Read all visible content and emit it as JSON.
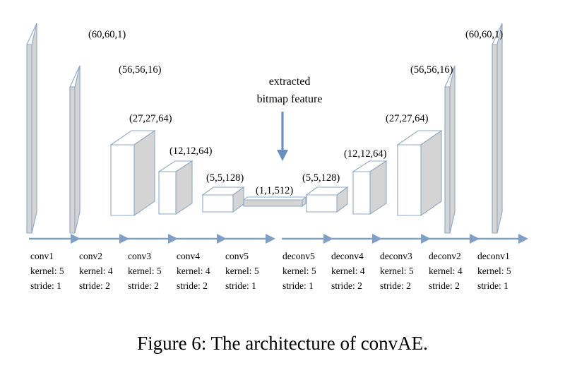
{
  "figure": {
    "caption": "Figure 6: The architecture of convAE.",
    "annotation_line1": "extracted",
    "annotation_line2": "bitmap feature"
  },
  "colors": {
    "box_fill_gray": "#d4d4d4",
    "box_fill_white": "#ffffff",
    "box_stroke": "#8faac6",
    "arrow": "#7f9fc4",
    "feature_arrow": "#6b8fc0",
    "text": "#000000",
    "background": "#ffffff"
  },
  "chart_data": {
    "type": "diagram",
    "title": "Figure 6: The architecture of convAE.",
    "layers": [
      {
        "id": "in",
        "label": "(60,60,1)",
        "side": "encoder"
      },
      {
        "id": "enc1",
        "label": "(56,56,16)",
        "side": "encoder"
      },
      {
        "id": "enc2",
        "label": "(27,27,64)",
        "side": "encoder"
      },
      {
        "id": "enc3",
        "label": "(12,12,64)",
        "side": "encoder"
      },
      {
        "id": "enc4",
        "label": "(5,5,128)",
        "side": "encoder"
      },
      {
        "id": "bottleneck",
        "label": "(1,1,512)",
        "side": "bottleneck"
      },
      {
        "id": "dec4",
        "label": "(5,5,128)",
        "side": "decoder"
      },
      {
        "id": "dec3",
        "label": "(12,12,64)",
        "side": "decoder"
      },
      {
        "id": "dec2",
        "label": "(27,27,64)",
        "side": "decoder"
      },
      {
        "id": "dec1",
        "label": "(56,56,16)",
        "side": "decoder"
      },
      {
        "id": "out",
        "label": "(60,60,1)",
        "side": "decoder"
      }
    ],
    "operations": [
      {
        "name": "conv1",
        "kernel": "kernel: 5",
        "stride": "stride: 1"
      },
      {
        "name": "conv2",
        "kernel": "kernel: 4",
        "stride": "stride: 2"
      },
      {
        "name": "conv3",
        "kernel": "kernel: 5",
        "stride": "stride: 2"
      },
      {
        "name": "conv4",
        "kernel": "kernel: 4",
        "stride": "stride: 2"
      },
      {
        "name": "conv5",
        "kernel": "kernel: 5",
        "stride": "stride: 1"
      },
      {
        "name": "deconv5",
        "kernel": "kernel: 5",
        "stride": "stride: 1"
      },
      {
        "name": "deconv4",
        "kernel": "kernel: 4",
        "stride": "stride: 2"
      },
      {
        "name": "deconv3",
        "kernel": "kernel: 5",
        "stride": "stride: 2"
      },
      {
        "name": "deconv2",
        "kernel": "kernel: 4",
        "stride": "stride: 2"
      },
      {
        "name": "deconv1",
        "kernel": "kernel: 5",
        "stride": "stride: 1"
      }
    ],
    "annotation": "extracted bitmap feature"
  },
  "dim_labels": {
    "in": "(60,60,1)",
    "enc1": "(56,56,16)",
    "enc2": "(27,27,64)",
    "enc3": "(12,12,64)",
    "enc4": "(5,5,128)",
    "bottleneck": "(1,1,512)",
    "dec4": "(5,5,128)",
    "dec3": "(12,12,64)",
    "dec2": "(27,27,64)",
    "dec1": "(56,56,16)",
    "out": "(60,60,1)"
  },
  "ops": {
    "conv1": {
      "name": "conv1",
      "kernel": "kernel: 5",
      "stride": "stride: 1"
    },
    "conv2": {
      "name": "conv2",
      "kernel": "kernel: 4",
      "stride": "stride: 2"
    },
    "conv3": {
      "name": "conv3",
      "kernel": "kernel: 5",
      "stride": "stride: 2"
    },
    "conv4": {
      "name": "conv4",
      "kernel": "kernel: 4",
      "stride": "stride: 2"
    },
    "conv5": {
      "name": "conv5",
      "kernel": "kernel: 5",
      "stride": "stride: 1"
    },
    "deconv5": {
      "name": "deconv5",
      "kernel": "kernel: 5",
      "stride": "stride: 1"
    },
    "deconv4": {
      "name": "deconv4",
      "kernel": "kernel: 4",
      "stride": "stride: 2"
    },
    "deconv3": {
      "name": "deconv3",
      "kernel": "kernel: 5",
      "stride": "stride: 2"
    },
    "deconv2": {
      "name": "deconv2",
      "kernel": "kernel: 4",
      "stride": "stride: 2"
    },
    "deconv1": {
      "name": "deconv1",
      "kernel": "kernel: 5",
      "stride": "stride: 1"
    }
  }
}
